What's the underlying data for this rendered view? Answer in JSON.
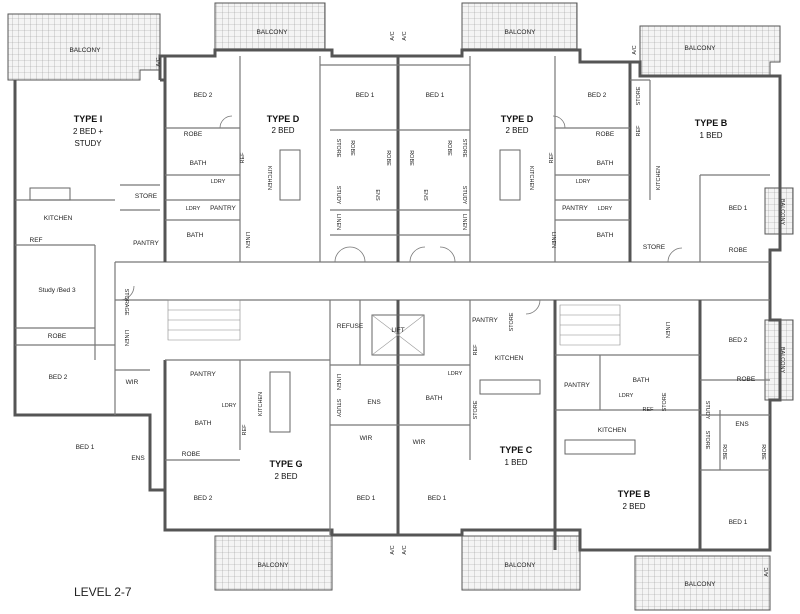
{
  "level_label": "LEVEL 2-7",
  "units": {
    "type_i": {
      "name": "TYPE I",
      "desc_1": "2 BED +",
      "desc_2": "STUDY"
    },
    "type_d_left": {
      "name": "TYPE D",
      "desc": "2 BED"
    },
    "type_d_right": {
      "name": "TYPE D",
      "desc": "2 BED"
    },
    "type_b_top": {
      "name": "TYPE B",
      "desc": "1 BED"
    },
    "type_g": {
      "name": "TYPE G",
      "desc": "2 BED"
    },
    "type_c": {
      "name": "TYPE C",
      "desc": "1 BED"
    },
    "type_b_bottom": {
      "name": "TYPE B",
      "desc": "2 BED"
    }
  },
  "rooms": {
    "balcony": "BALCONY",
    "ac": "A/C",
    "bed_1": "BED 1",
    "bed_2": "BED 2",
    "robe": "ROBE",
    "bath": "BATH",
    "ldry": "LDRY",
    "ref": "REF",
    "kitchen": "KITCHEN",
    "pantry": "PANTRY",
    "store": "STORE",
    "study": "STUDY",
    "ens": "ENS",
    "linen": "LINEN",
    "wir": "WIR",
    "lift": "LIFT",
    "refuse": "REFUSE",
    "storage": "STORAGE",
    "study_bed_3": "Study /Bed 3"
  }
}
